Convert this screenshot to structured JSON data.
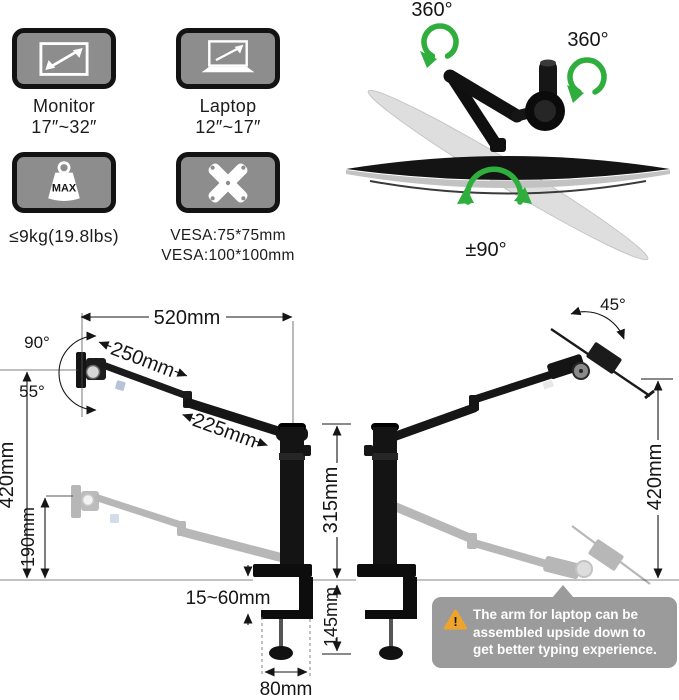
{
  "colors": {
    "accent_green": "#2fae3e",
    "badge_fill": "#8d8d8d",
    "badge_border": "#131313",
    "note_background": "#9b9b9b",
    "warning_orange": "#f0a32a",
    "ink": "#151515",
    "ghost_gray": "#4a4a4a"
  },
  "spec_badges": [
    {
      "icon": "monitor-size-icon",
      "label": "Monitor",
      "range": "17″~32″"
    },
    {
      "icon": "laptop-size-icon",
      "label": "Laptop",
      "range": "12″~17″"
    },
    {
      "icon": "max-weight-icon",
      "badge_text": "MAX",
      "label": "≤9kg(19.8lbs)"
    },
    {
      "icon": "vesa-plate-icon",
      "label": "VESA:75*75mm",
      "label2": "VESA:100*100mm"
    }
  ],
  "rotation": {
    "arm_swivel": "360°",
    "pole_swivel": "360°",
    "screen_rotation": "±90°"
  },
  "left_diagram": {
    "total_reach": "520mm",
    "tilt_up": "90°",
    "upper_arm": "250mm",
    "tilt_down": "55°",
    "lower_arm": "225mm",
    "max_height": "420mm",
    "min_height": "190mm",
    "pole_height": "315mm",
    "desk_thickness": "15~60mm",
    "clamp_depth": "145mm",
    "clamp_width": "80mm"
  },
  "right_diagram": {
    "laptop_tilt": "45°",
    "max_height": "420mm"
  },
  "note": {
    "icon": "warning-icon",
    "lines": [
      "The arm for laptop can be",
      "assembled upside down to",
      "get better typing experience."
    ]
  }
}
